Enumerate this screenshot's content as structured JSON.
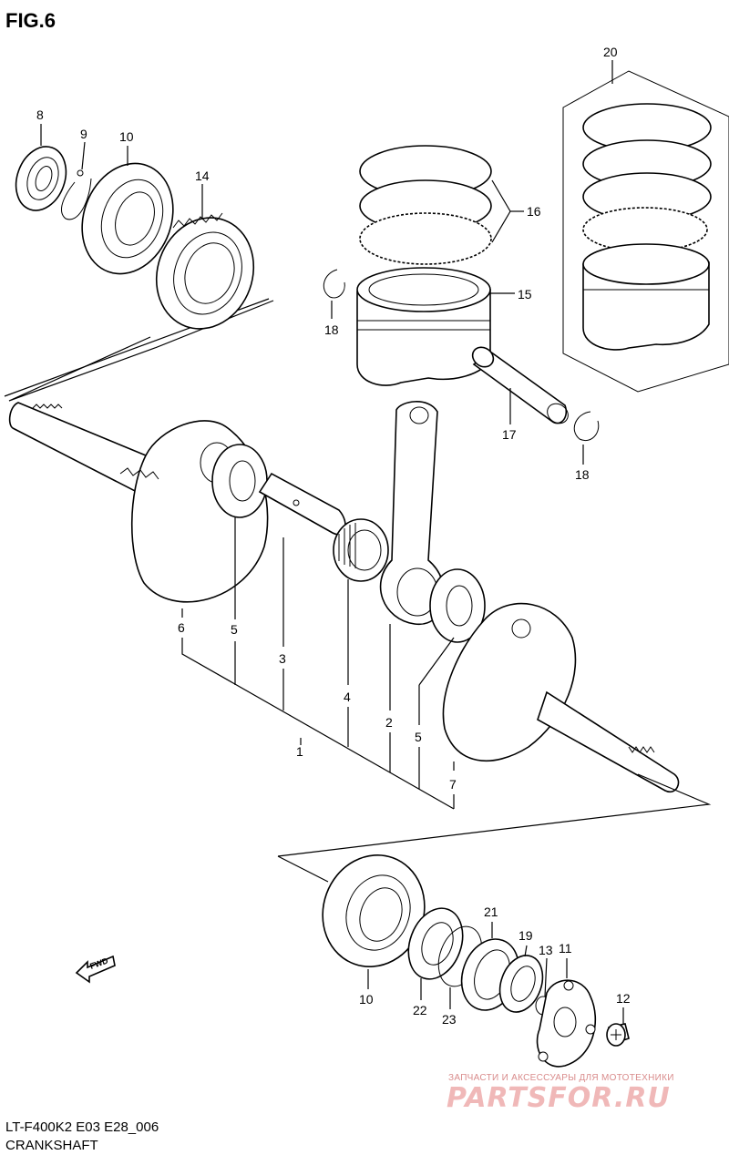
{
  "figure": {
    "title": "FIG.6"
  },
  "footer": {
    "code": "LT-F400K2 E03 E28_006",
    "name": "CRANKSHAFT"
  },
  "watermark": {
    "tagline": "ЗАПЧАСТИ И АКСЕССУАРЫ ДЛЯ МОТОТЕХНИКИ",
    "brand": "PARTSFOR.RU"
  },
  "fwd_mark": {
    "label": "FWD",
    "icon": "forward-arrow-icon"
  },
  "callouts": [
    {
      "id": "8",
      "text": "8"
    },
    {
      "id": "9",
      "text": "9"
    },
    {
      "id": "10",
      "text": "10"
    },
    {
      "id": "14",
      "text": "14"
    },
    {
      "id": "16",
      "text": "16"
    },
    {
      "id": "15",
      "text": "15"
    },
    {
      "id": "18a",
      "text": "18"
    },
    {
      "id": "20",
      "text": "20"
    },
    {
      "id": "17",
      "text": "17"
    },
    {
      "id": "18b",
      "text": "18"
    },
    {
      "id": "6",
      "text": "6"
    },
    {
      "id": "5a",
      "text": "5"
    },
    {
      "id": "3",
      "text": "3"
    },
    {
      "id": "4",
      "text": "4"
    },
    {
      "id": "2",
      "text": "2"
    },
    {
      "id": "5b",
      "text": "5"
    },
    {
      "id": "1",
      "text": "1"
    },
    {
      "id": "7",
      "text": "7"
    },
    {
      "id": "21",
      "text": "21"
    },
    {
      "id": "19",
      "text": "19"
    },
    {
      "id": "13",
      "text": "13"
    },
    {
      "id": "11",
      "text": "11"
    },
    {
      "id": "12",
      "text": "12"
    },
    {
      "id": "10b",
      "text": "10"
    },
    {
      "id": "22",
      "text": "22"
    },
    {
      "id": "23",
      "text": "23"
    }
  ]
}
